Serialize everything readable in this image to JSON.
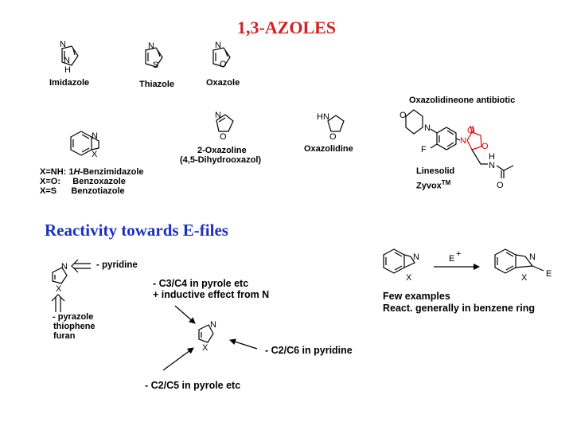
{
  "title": "1,3-AZOLES",
  "labels": {
    "imidazole": "Imidazole",
    "thiazole": "Thiazole",
    "oxazole": "Oxazole",
    "oxazolidinone_header": "Oxazolidineone antibiotic",
    "oxazoline": "2-Oxazoline",
    "oxazoline_alt": "(4,5-Dihydrooxazol)",
    "oxazolidine": "Oxazolidine",
    "linesolid": "Linesolid",
    "zyvox": "Zyvox",
    "trademark": "TM",
    "benzo_line1_prefix": "X=NH: 1",
    "benzo_line1_italic": "H",
    "benzo_line1_suffix": "-Benzimidazole",
    "benzo_line2": "X=O:     Benzoxazole",
    "benzo_line3": "X=S      Benzotiazole"
  },
  "reactivity": {
    "heading": "Reactivity towards E-files",
    "pyridine_note": "-  pyridine",
    "five_ring_list": [
      "-  pyrazole",
      "thiophene",
      "furan"
    ],
    "c3c4_line1": "- C3/C4 in pyrole etc",
    "c3c4_line2": "+ inductive effect from N",
    "c2c6": "-  C2/C6 in pyridine",
    "c2c5": "- C2/C5 in pyrole etc",
    "few_examples": "Few examples",
    "benzene_ring": "React. generally in benzene ring",
    "electrophile": "E",
    "electrophile_charge": "+"
  },
  "atoms": {
    "N": "N",
    "H": "H",
    "S": "S",
    "O": "O",
    "X": "X",
    "HN": "HN",
    "F": "F",
    "E": "E"
  },
  "colors": {
    "title": "#d42020",
    "heading": "#1c2fc4",
    "oxazolidinone_ring": "#e00000"
  }
}
